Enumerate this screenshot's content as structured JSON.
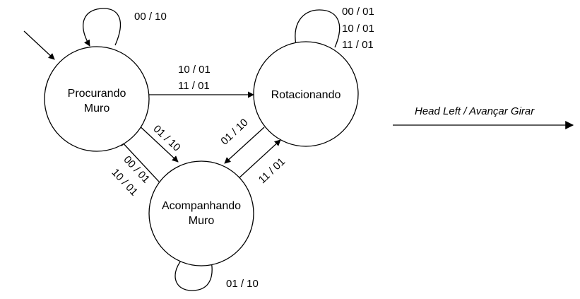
{
  "states": {
    "procurando": {
      "line1": "Procurando",
      "line2": "Muro"
    },
    "rotacionando": {
      "line1": "Rotacionando"
    },
    "acompanhando": {
      "line1": "Acompanhando",
      "line2": "Muro"
    }
  },
  "transitions": {
    "procurando_self": [
      "00 / 10"
    ],
    "rotacionando_self": [
      "00 / 01",
      "10 / 01",
      "11 / 01"
    ],
    "procurando_to_rotacionando": [
      "10 / 01",
      "11 / 01"
    ],
    "procurando_to_acompanhando": [
      "01 / 10"
    ],
    "acompanhando_to_procurando": [
      "00 / 01",
      "10 / 01"
    ],
    "rotacionando_to_acompanhando": [
      "01 / 10"
    ],
    "acompanhando_to_rotacionando": [
      "11 / 01"
    ],
    "acompanhando_self": [
      "01 / 10"
    ]
  },
  "legend": {
    "label": "Head Left / Avançar Girar"
  }
}
